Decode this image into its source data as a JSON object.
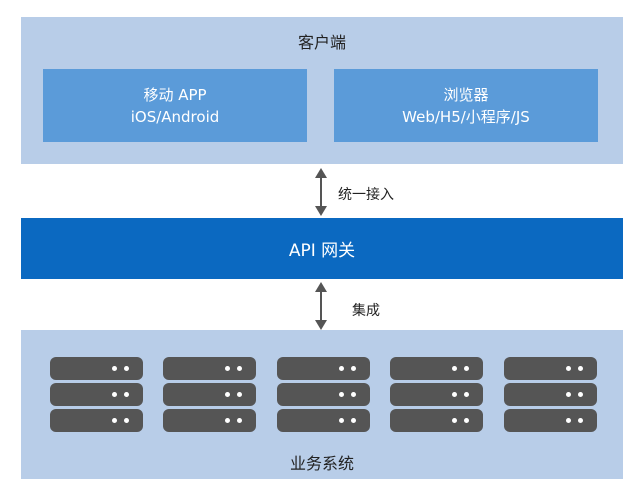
{
  "client_layer": {
    "title": "客户端",
    "cards": [
      {
        "line1": "移动 APP",
        "line2": "iOS/Android"
      },
      {
        "line1": "浏览器",
        "line2": "Web/H5/小程序/JS"
      }
    ]
  },
  "connectors": {
    "top_label": "统一接入",
    "bottom_label": "集成"
  },
  "gateway": {
    "label": "API 网关"
  },
  "backend_layer": {
    "title": "业务系统",
    "server_stack_count": 5,
    "units_per_stack": 3
  },
  "colors": {
    "layer_bg": "#b8cde8",
    "card_bg": "#5b9bd9",
    "gateway_bg": "#0b69c1",
    "server": "#555555",
    "arrow": "#555555"
  }
}
